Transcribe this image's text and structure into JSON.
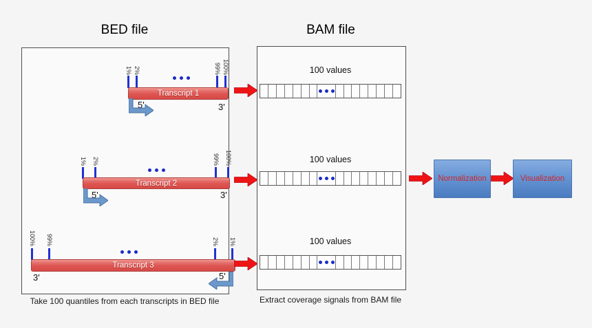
{
  "bed": {
    "title": "BED file",
    "caption": "Take 100 quantiles from each transcripts in BED file",
    "transcripts": [
      {
        "name": "Transcript 1",
        "ticks": [
          "1%",
          "2%",
          "99%",
          "100%"
        ],
        "five": "5'",
        "three": "3'",
        "orientation": "forward"
      },
      {
        "name": "Transcript 2",
        "ticks": [
          "1%",
          "2%",
          "99%",
          "100%"
        ],
        "five": "5'",
        "three": "3'",
        "orientation": "forward"
      },
      {
        "name": "Transcript 3",
        "ticks": [
          "100%",
          "99%",
          "2%",
          "1%"
        ],
        "five": "5'",
        "three": "3'",
        "orientation": "reverse"
      }
    ]
  },
  "bam": {
    "title": "BAM file",
    "caption": "Extract coverage signals from BAM file",
    "rows": [
      {
        "label": "100 values"
      },
      {
        "label": "100 values"
      },
      {
        "label": "100 values"
      }
    ]
  },
  "pipeline": {
    "normalization": "Normalization",
    "visualization": "Visualization"
  },
  "colors": {
    "transcript_red": "#dd5551",
    "tick_blue": "#2031d4",
    "strand_arrow_blue": "#6d98cb",
    "flow_arrow_red": "#ee1416",
    "process_box_blue": "#5c8ccb",
    "process_text_red": "#d3262a"
  }
}
